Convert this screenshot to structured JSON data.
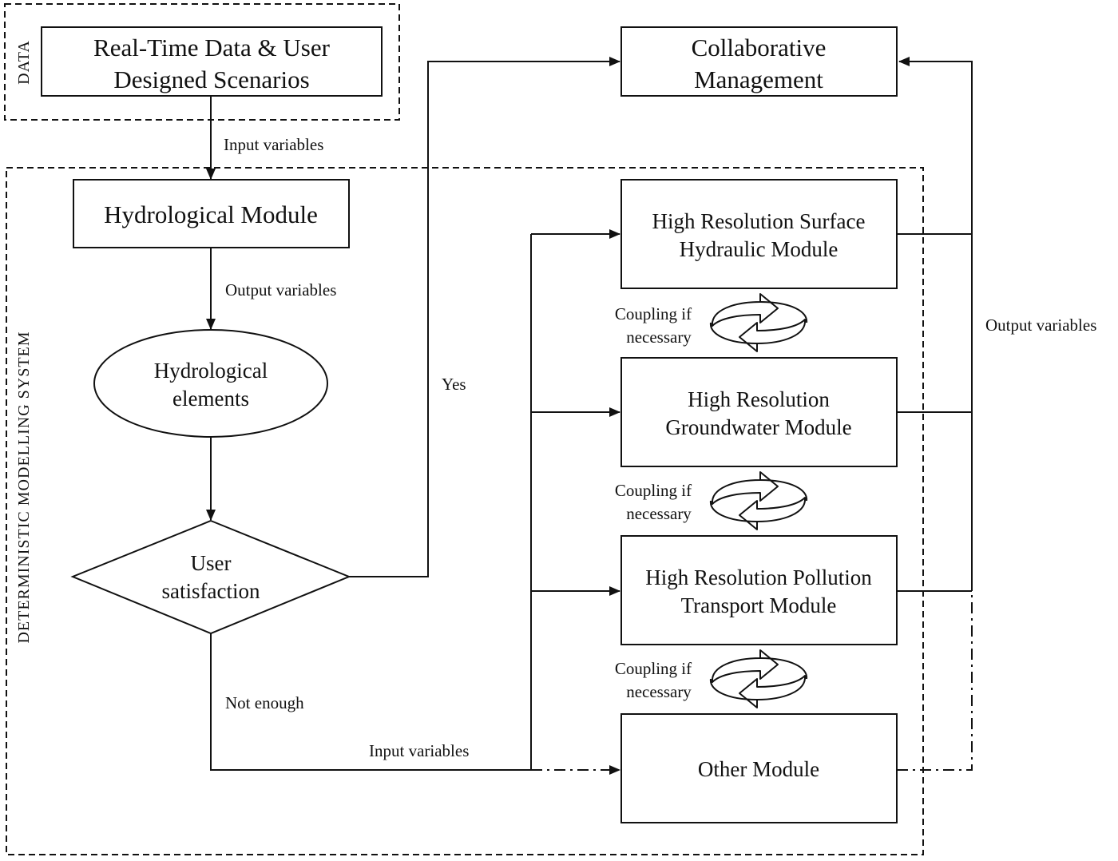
{
  "frames": {
    "data_label": "DATA",
    "system_label": "DETERMINISTIC  MODELLING SYSTEM"
  },
  "nodes": {
    "data_source": {
      "line1": "Real-Time Data & User",
      "line2": "Designed Scenarios"
    },
    "collaborative": {
      "line1": "Collaborative",
      "line2": "Management"
    },
    "hydrological_module": {
      "line1": "Hydrological  Module"
    },
    "hydrological_elements": {
      "line1": "Hydrological",
      "line2": "elements"
    },
    "user_satisfaction": {
      "line1": "User",
      "line2": "satisfaction"
    },
    "surface_hydraulic": {
      "line1": "High Resolution  Surface",
      "line2": "Hydraulic Module"
    },
    "groundwater": {
      "line1": "High Resolution",
      "line2": "Groundwater Module"
    },
    "pollution_transport": {
      "line1": "High Resolution  Pollution",
      "line2": "Transport  Module"
    },
    "other": {
      "line1": "Other Module"
    }
  },
  "edge_labels": {
    "input_variables_top": "Input variables",
    "output_variables_left": "Output  variables",
    "yes": "Yes",
    "not_enough": "Not enough",
    "input_variables_bottom": "Input variables",
    "output_variables_right": "Output variables"
  },
  "coupling": [
    {
      "line1": "Coupling if",
      "line2": "necessary"
    },
    {
      "line1": "Coupling if",
      "line2": "necessary"
    },
    {
      "line1": "Coupling if",
      "line2": "necessary"
    }
  ],
  "icons": [
    "arrow-head",
    "cycle-arrows-icon"
  ]
}
